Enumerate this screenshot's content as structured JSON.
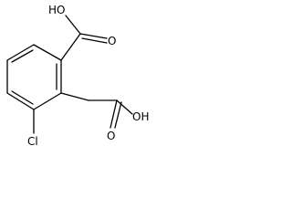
{
  "molecule": {
    "labels": {
      "carboxyl_top_oh": "HO",
      "carboxyl_top_o": "O",
      "carboxyl_side_oh": "OH",
      "carboxyl_side_o": "O",
      "chlorine": "Cl"
    }
  }
}
